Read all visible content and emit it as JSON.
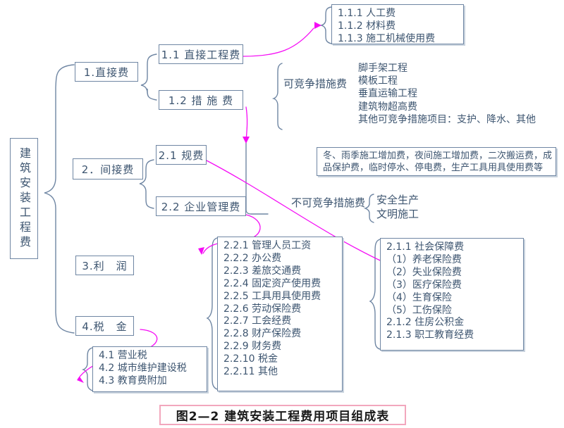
{
  "diagram": {
    "root": {
      "label": "建筑安装工程费"
    },
    "level1": [
      {
        "label": "1.直接费"
      },
      {
        "label": "2．间接费"
      },
      {
        "label": "3.利　润"
      },
      {
        "label": "4.税　金"
      }
    ],
    "direct": {
      "items": [
        {
          "label": "1.1 直接工程费"
        },
        {
          "label": "1.2 措 施 费"
        }
      ],
      "engineering_detail": [
        "1.1.1 人工费",
        "1.1.2 材料费",
        "1.1.3 施工机械使用费"
      ],
      "competitive": {
        "label": "可竞争措施费",
        "items": [
          "脚手架工程",
          "模板工程",
          "垂直运输工程",
          "建筑物超高费",
          "其他可竞争措施项目：支护、降水、其他"
        ],
        "note": [
          "冬、雨季施工增加费，夜间施工增加费，二次搬运费，成",
          "品保护费，临时停水、停电费，生产工具用具使用费等"
        ]
      },
      "noncompetitive": {
        "label": "不可竞争措施费",
        "items": [
          "安全生产",
          "文明施工"
        ]
      }
    },
    "indirect": {
      "items": [
        {
          "label": "2.1 规费"
        },
        {
          "label": "2.2 企业管理费"
        }
      ],
      "guifei_detail": [
        "2.1.1 社会保障费",
        "（1）养老保险费",
        "（2）失业保险费",
        "（3）医疗保险费",
        "（4）生育保险",
        "（5）工伤保险",
        "2.1.2 住房公积金",
        "2.1.3 职工教育经费"
      ],
      "management_detail": [
        "2.2.1 管理人员工资",
        "2.2.2 办公费",
        "2.2.3 差旅交通费",
        "2.2.4 固定资产使用费",
        "2.2.5 工具用具使用费",
        "2.2.6 劳动保险费",
        "2.2.7 工会经费",
        "2.2.8 财产保险费",
        "2.2.9 财务费",
        "2.2.10 税金",
        "2.2.11 其他"
      ]
    },
    "tax_detail": [
      "4.1 营业税",
      "4.2 城市维护建设税",
      "4.3 教育费附加"
    ],
    "caption": "图2—2  建筑安装工程费用项目组成表",
    "colors": {
      "line": "#6f86a3",
      "accent": "#f50cf5",
      "text": "#3d5570",
      "caption_border": "#f2a7bd"
    }
  }
}
